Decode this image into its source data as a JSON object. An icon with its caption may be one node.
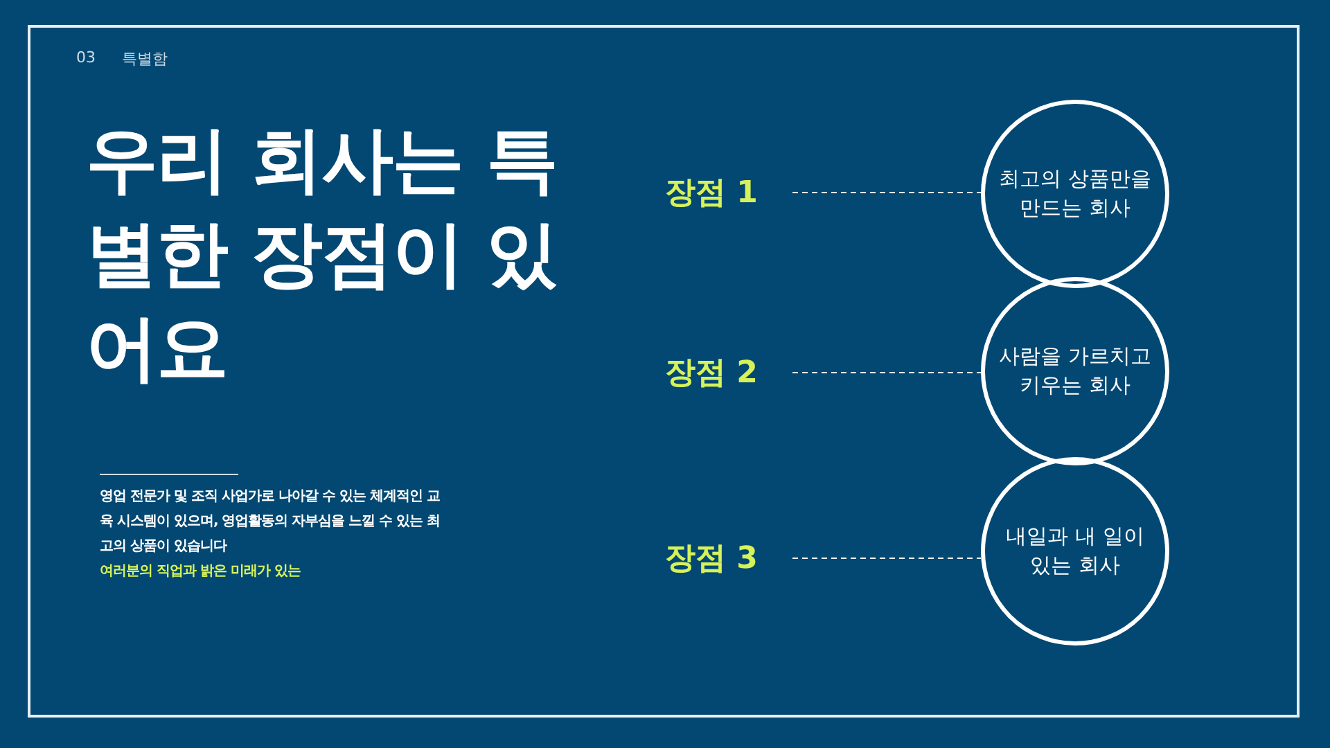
{
  "diagram": {
    "title": "우리 회사는 **특별한** 장점이 있어요",
    "nodes": [
      {
        "text": [
          "장점 1"
        ]
      },
      {
        "text": [
          "최고의 상품만을 만드는 회사"
        ]
      },
      {
        "text": [
          "장점 2"
        ]
      },
      {
        "text": [
          "사람을 가르치고 키우는 회사"
        ]
      },
      {
        "text": [
          "장점 3"
        ]
      },
      {
        "text": [
          "내일과 내 일이 있는 회사"
        ]
      }
    ],
    "edges": [
      {
        "from": 0,
        "to": 1,
        "arrow": "none",
        "style": "dashed"
      },
      {
        "from": 2,
        "to": 3,
        "arrow": "none",
        "style": "dashed"
      },
      {
        "from": 4,
        "to": 5,
        "arrow": "none",
        "style": "dashed"
      }
    ],
    "labels": [
      "03",
      "특별함",
      "영업 전문가 및 조직 사업가로 나아갈 수 있는 체계적인 교육 시스템이 있으며, 영업활동의 자부심을 느낄 수 있는 최고의 상품이 있습니다",
      "여러분의 직업과 밝은 미래가 있는"
    ]
  }
}
